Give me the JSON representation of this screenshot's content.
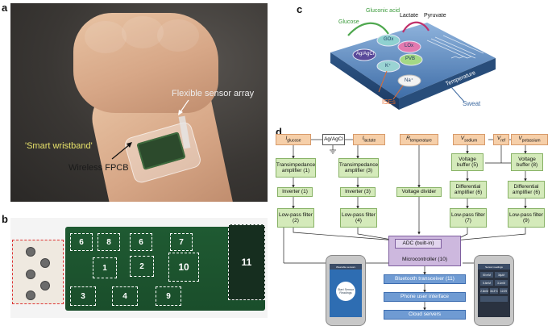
{
  "panels": {
    "a": {
      "letter": "a",
      "labels": {
        "sensor_array": "Flexible sensor array",
        "wristband": "'Smart wristband'",
        "fpcb": "Wireless FPCB"
      }
    },
    "b": {
      "letter": "b",
      "chips": [
        "6",
        "8",
        "6",
        "7",
        "1",
        "2",
        "10",
        "3",
        "4",
        "9",
        "11"
      ]
    },
    "c": {
      "letter": "c",
      "labels": {
        "glucose": "Glucose",
        "gluconic_acid": "Gluconic acid",
        "lactate": "Lactate",
        "pyruvate": "Pyruvate",
        "agagcl": "Ag/AgCl",
        "gox": "GOx",
        "lox": "LOx",
        "k": "K⁺",
        "pvb": "PVB",
        "na": "Na⁺",
        "temperature": "Temperature",
        "ises": "ISEs",
        "sweat": "Sweat"
      }
    },
    "d": {
      "letter": "d",
      "inputs": {
        "i_glucose": "I",
        "i_glucose_sub": "glucose",
        "ag_agcl": "Ag/AgCl",
        "i_lactate": "I",
        "i_lactate_sub": "lactate",
        "r_temp": "R",
        "r_temp_sub": "temperature",
        "v_sodium": "V",
        "v_sodium_sub": "sodium",
        "v_ref": "V",
        "v_ref_sub": "ref",
        "v_potassium": "V",
        "v_potassium_sub": "potassium"
      },
      "blocks": {
        "tia1": "Transimpedance amplifier (1)",
        "tia3": "Transimpedance amplifier (3)",
        "vb5": "Voltage buffer (5)",
        "vb8": "Voltage buffer (8)",
        "inv1": "Inverter (1)",
        "inv3": "Inverter (3)",
        "vdiv": "Voltage divider",
        "diff6a": "Differential amplifier (6)",
        "diff6b": "Differential amplifier (6)",
        "lpf2": "Low-pass filter (2)",
        "lpf4": "Low-pass filter (4)",
        "lpf7": "Low-pass filter (7)",
        "lpf9": "Low-pass filter (9)",
        "adc": "ADC (built-in)",
        "mcu": "Microcontroller (10)",
        "bt": "Bluetooth transceiver (11)",
        "ui": "Phone user interface",
        "cloud": "Cloud servers"
      },
      "phone_left": {
        "header": "Wearable sensors",
        "button": "Start Sensor Readings"
      },
      "phone_right": {
        "header": "Sensor readings",
        "tiles": [
          "50 mM",
          "34μM",
          "5.4mM",
          "3.1mM",
          "2.3mM",
          "34.3°C",
          "12:29",
          ""
        ]
      }
    }
  }
}
